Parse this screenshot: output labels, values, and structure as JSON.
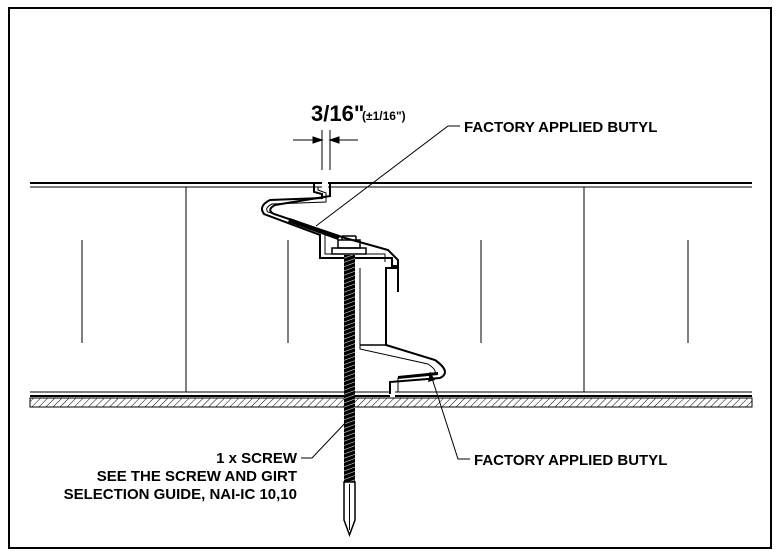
{
  "gap": {
    "dimension": "3/16\"",
    "tolerance": "(±1/16\")"
  },
  "callouts": {
    "top_butyl": "FACTORY APPLIED BUTYL",
    "bottom_butyl": "FACTORY APPLIED BUTYL",
    "screw_line1": "1 x SCREW",
    "screw_line2": "SEE THE SCREW AND GIRT",
    "screw_line3": "SELECTION GUIDE, NAI-IC 10,10"
  }
}
